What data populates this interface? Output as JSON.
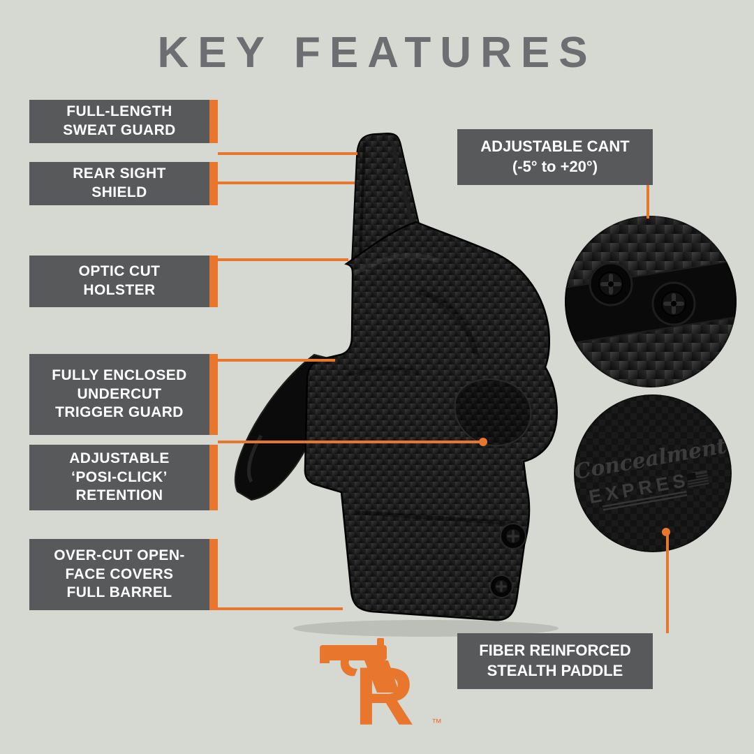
{
  "title": "KEY FEATURES",
  "colors": {
    "accent": "#E8762C",
    "callout_box": "#58595B",
    "title_text": "#6D6E71",
    "background": "#D6D9D2"
  },
  "left_callouts": [
    {
      "label": "FULL-LENGTH\nSWEAT GUARD"
    },
    {
      "label": "REAR SIGHT\nSHIELD"
    },
    {
      "label": "OPTIC CUT\nHOLSTER"
    },
    {
      "label": "FULLY ENCLOSED\nUNDERCUT\nTRIGGER GUARD"
    },
    {
      "label": "ADJUSTABLE\n‘POSI-CLICK’\nRETENTION"
    },
    {
      "label": "OVER-CUT OPEN-\nFACE COVERS\nFULL BARREL"
    }
  ],
  "right_callouts": [
    {
      "label": "ADJUSTABLE CANT\n(-5° to +20°)"
    },
    {
      "label": "FIBER REINFORCED\nSTEALTH PADDLE"
    }
  ],
  "inset_logo": {
    "script": "Concealment",
    "block": "EXPRESS"
  },
  "brand": {
    "letter": "R",
    "trademark": "™"
  }
}
